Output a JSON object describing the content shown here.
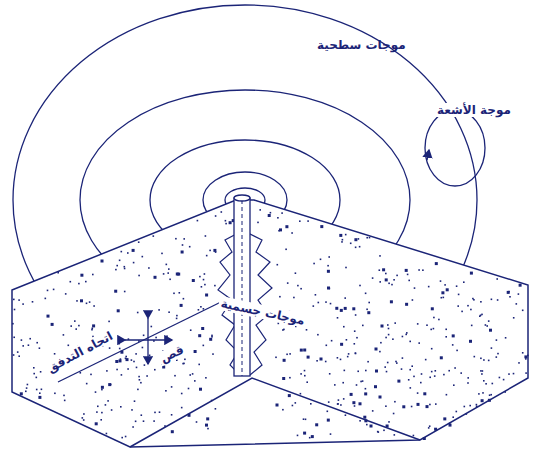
{
  "diagram": {
    "labels": [
      "موجات سطحية",
      "موجة الأشعة",
      "موجات جسمية",
      "قص",
      "اتجاه التدفق"
    ]
  }
}
